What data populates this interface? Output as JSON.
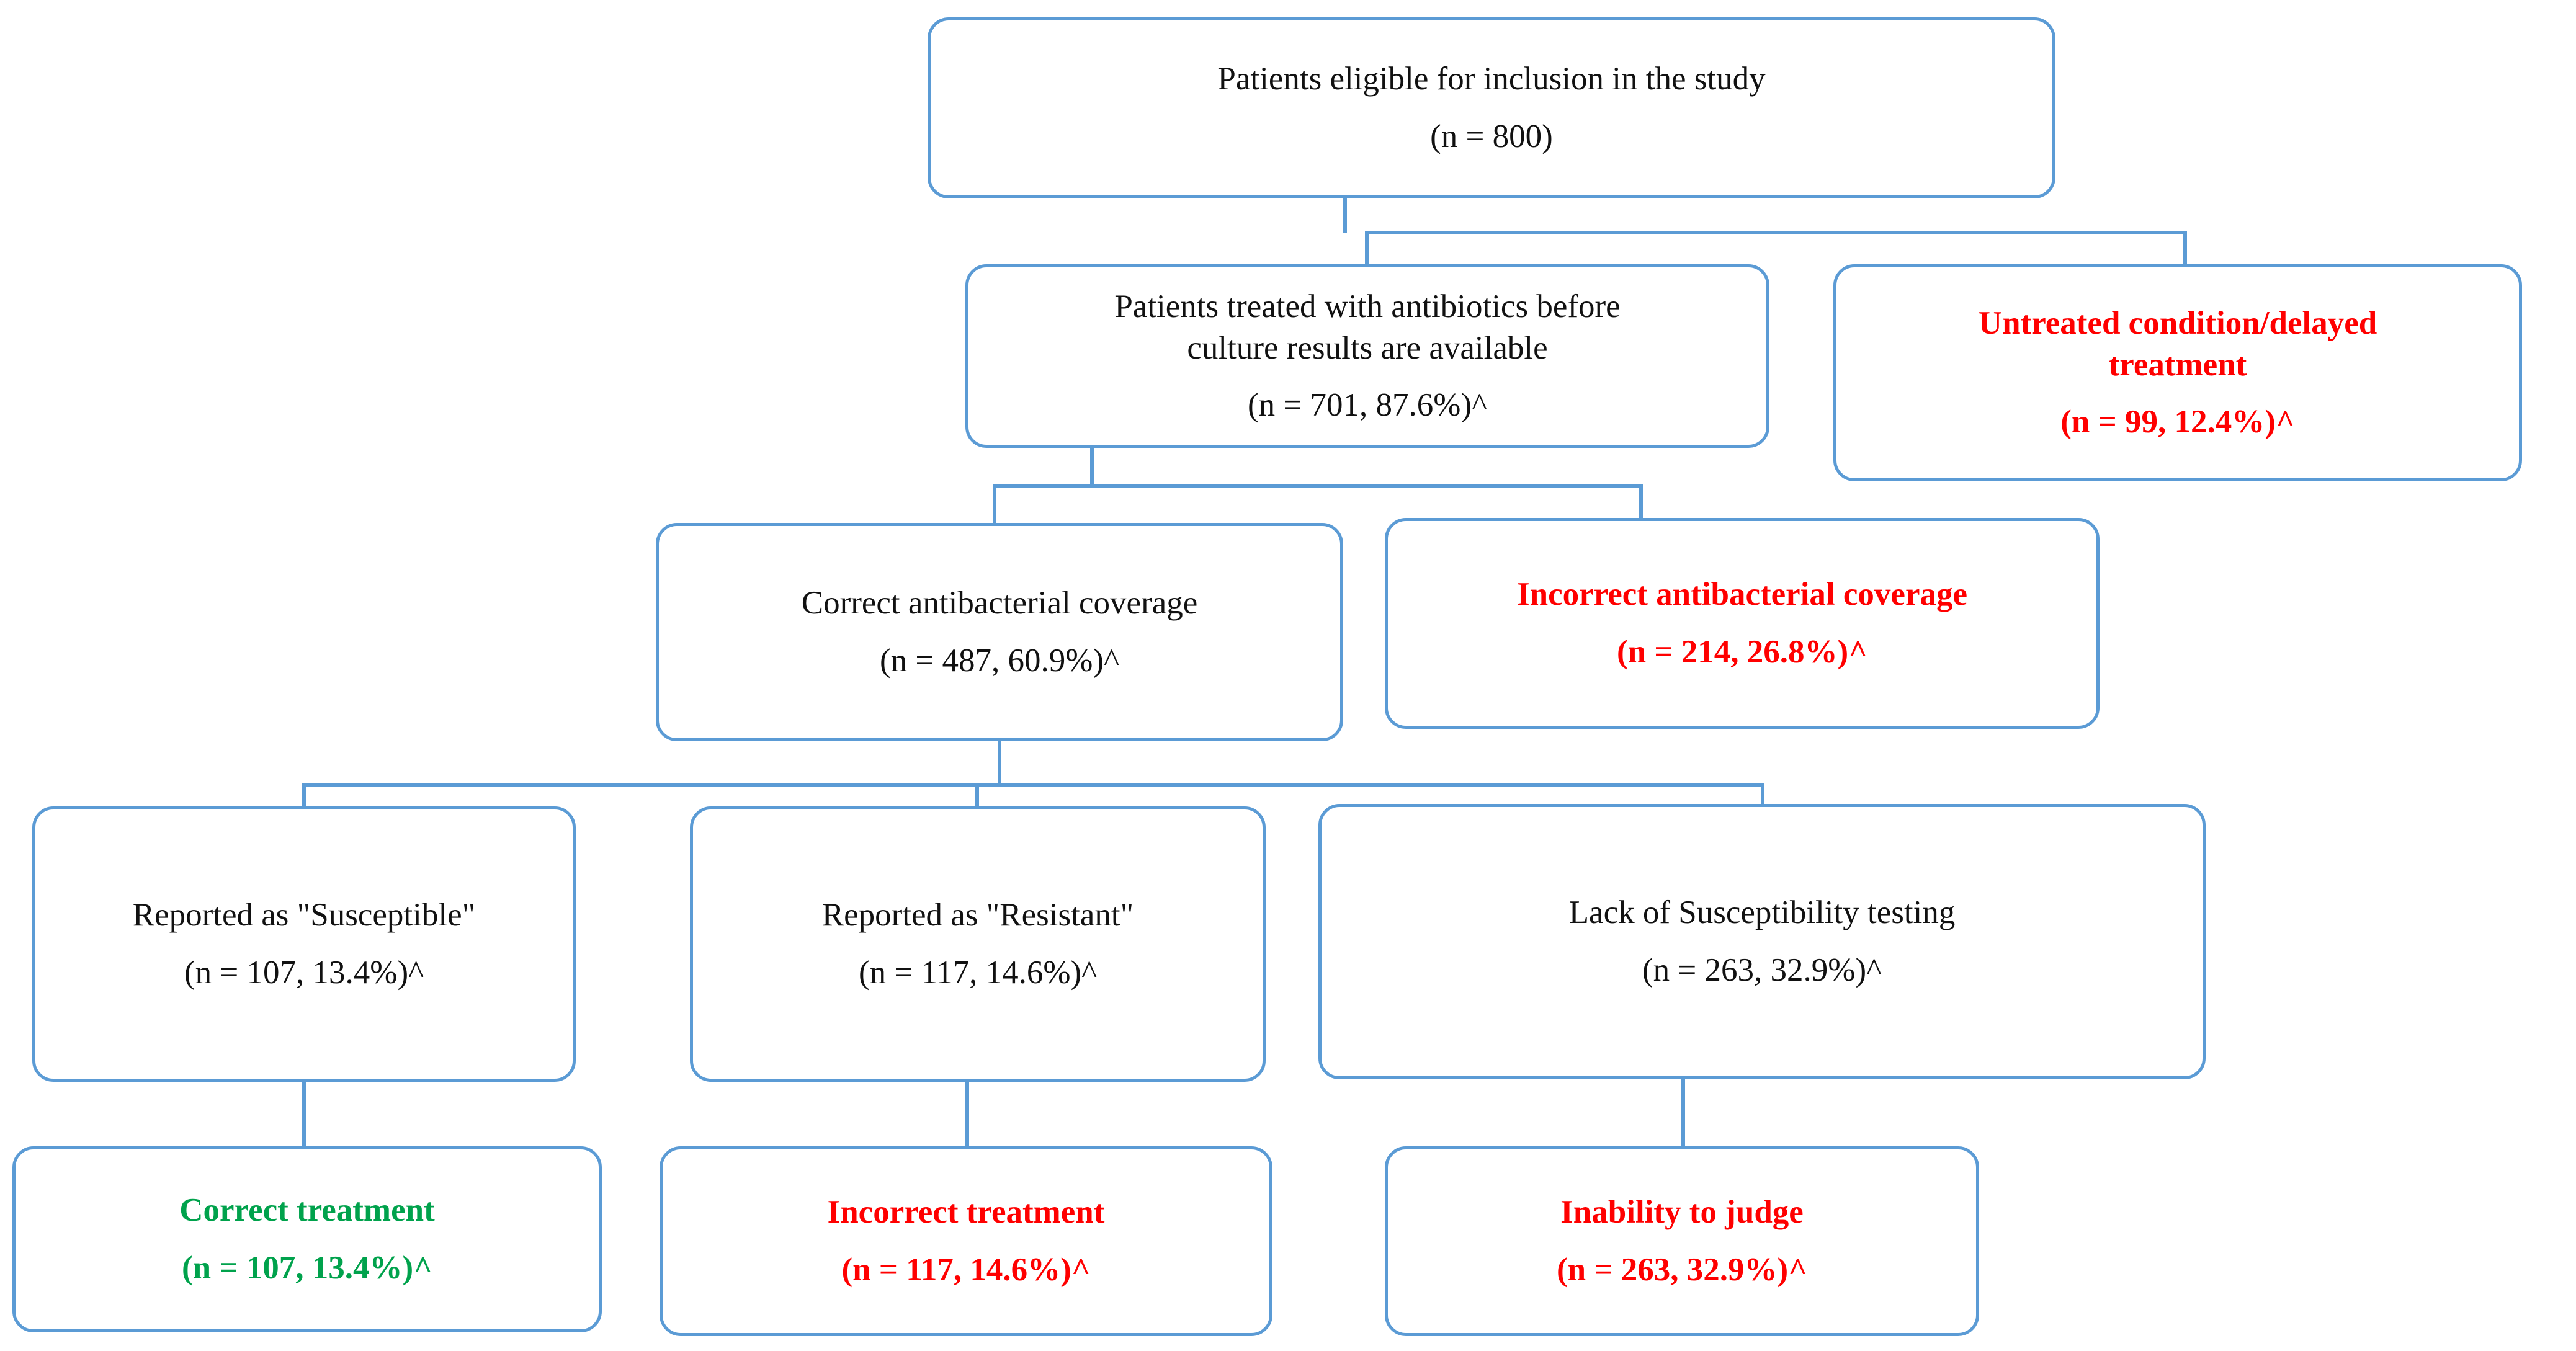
{
  "diagram": {
    "title": "Patient antibiotic treatment flowchart",
    "colors": {
      "box_border": "#5B9BD5",
      "connector": "#5B9BD5",
      "neutral_text": "#111111",
      "negative_text": "#FF0000",
      "positive_text": "#00A24C",
      "background": "#FFFFFF"
    },
    "footnote_marker": "^"
  },
  "nodes": {
    "eligible": {
      "label": "Patients eligible for inclusion in the study",
      "count": "(n = 800)",
      "tone": "neutral"
    },
    "treated_before_culture": {
      "label_line1": "Patients treated with antibiotics before",
      "label_line2": "culture results are available",
      "count": "(n = 701, 87.6%)^",
      "tone": "neutral"
    },
    "untreated_delayed": {
      "label_line1": "Untreated  condition/delayed",
      "label_line2": "treatment",
      "count": "(n = 99, 12.4%)^",
      "tone": "negative"
    },
    "correct_coverage": {
      "label": "Correct antibacterial coverage",
      "count": "(n = 487, 60.9%)^",
      "tone": "neutral"
    },
    "incorrect_coverage": {
      "label": "Incorrect antibacterial coverage",
      "count": "(n = 214, 26.8%)^",
      "tone": "negative"
    },
    "reported_susceptible": {
      "label": "Reported as \"Susceptible\"",
      "count": "(n = 107, 13.4%)^",
      "tone": "neutral"
    },
    "reported_resistant": {
      "label": "Reported as \"Resistant\"",
      "count": "(n = 117, 14.6%)^",
      "tone": "neutral"
    },
    "lack_testing": {
      "label": "Lack of Susceptibility testing",
      "count": "(n = 263, 32.9%)^",
      "tone": "neutral"
    },
    "correct_treatment": {
      "label": "Correct treatment",
      "count": "(n = 107, 13.4%)^",
      "tone": "positive"
    },
    "incorrect_treatment": {
      "label": "Incorrect treatment",
      "count": "(n = 117, 14.6%)^",
      "tone": "negative"
    },
    "inability_to_judge": {
      "label": "Inability to judge",
      "count": "(n = 263, 32.9%)^",
      "tone": "negative"
    }
  },
  "chart_data": {
    "type": "diagram",
    "title": "Patients eligible for inclusion in the study",
    "total_n": 800,
    "levels": [
      {
        "level": 1,
        "items": [
          {
            "key": "eligible",
            "label": "Patients eligible for inclusion in the study",
            "n": 800,
            "percent": null
          }
        ]
      },
      {
        "level": 2,
        "items": [
          {
            "key": "treated_before_culture",
            "label": "Patients treated with antibiotics before culture results are available",
            "n": 701,
            "percent": 87.6
          },
          {
            "key": "untreated_delayed",
            "label": "Untreated  condition/delayed treatment",
            "n": 99,
            "percent": 12.4
          }
        ]
      },
      {
        "level": 3,
        "items": [
          {
            "key": "correct_coverage",
            "label": "Correct antibacterial coverage",
            "n": 487,
            "percent": 60.9
          },
          {
            "key": "incorrect_coverage",
            "label": "Incorrect antibacterial coverage",
            "n": 214,
            "percent": 26.8
          }
        ]
      },
      {
        "level": 4,
        "items": [
          {
            "key": "reported_susceptible",
            "label": "Reported as \"Susceptible\"",
            "n": 107,
            "percent": 13.4
          },
          {
            "key": "reported_resistant",
            "label": "Reported as \"Resistant\"",
            "n": 117,
            "percent": 14.6
          },
          {
            "key": "lack_testing",
            "label": "Lack of Susceptibility testing",
            "n": 263,
            "percent": 32.9
          }
        ]
      },
      {
        "level": 5,
        "items": [
          {
            "key": "correct_treatment",
            "label": "Correct treatment",
            "n": 107,
            "percent": 13.4
          },
          {
            "key": "incorrect_treatment",
            "label": "Incorrect treatment",
            "n": 117,
            "percent": 14.6
          },
          {
            "key": "inability_to_judge",
            "label": "Inability to judge",
            "n": 263,
            "percent": 32.9
          }
        ]
      }
    ],
    "edges": [
      {
        "from": "eligible",
        "to": "treated_before_culture"
      },
      {
        "from": "eligible",
        "to": "untreated_delayed"
      },
      {
        "from": "treated_before_culture",
        "to": "correct_coverage"
      },
      {
        "from": "treated_before_culture",
        "to": "incorrect_coverage"
      },
      {
        "from": "correct_coverage",
        "to": "reported_susceptible"
      },
      {
        "from": "correct_coverage",
        "to": "reported_resistant"
      },
      {
        "from": "correct_coverage",
        "to": "lack_testing"
      },
      {
        "from": "reported_susceptible",
        "to": "correct_treatment"
      },
      {
        "from": "reported_resistant",
        "to": "incorrect_treatment"
      },
      {
        "from": "lack_testing",
        "to": "inability_to_judge"
      }
    ]
  }
}
